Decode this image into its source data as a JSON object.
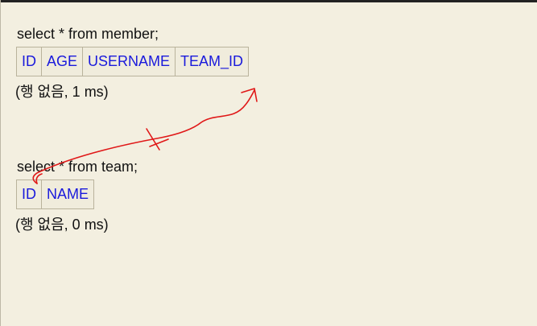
{
  "queries": [
    {
      "sql": "select * from member;",
      "columns": [
        "ID",
        "AGE",
        "USERNAME",
        "TEAM_ID"
      ],
      "status": "(행 없음, 1 ms)"
    },
    {
      "sql": "select * from team;",
      "columns": [
        "ID",
        "NAME"
      ],
      "status": "(행 없음, 0 ms)"
    }
  ],
  "colors": {
    "background": "#f3efe0",
    "header_text": "#1a1adc",
    "annotation": "#e01818"
  }
}
